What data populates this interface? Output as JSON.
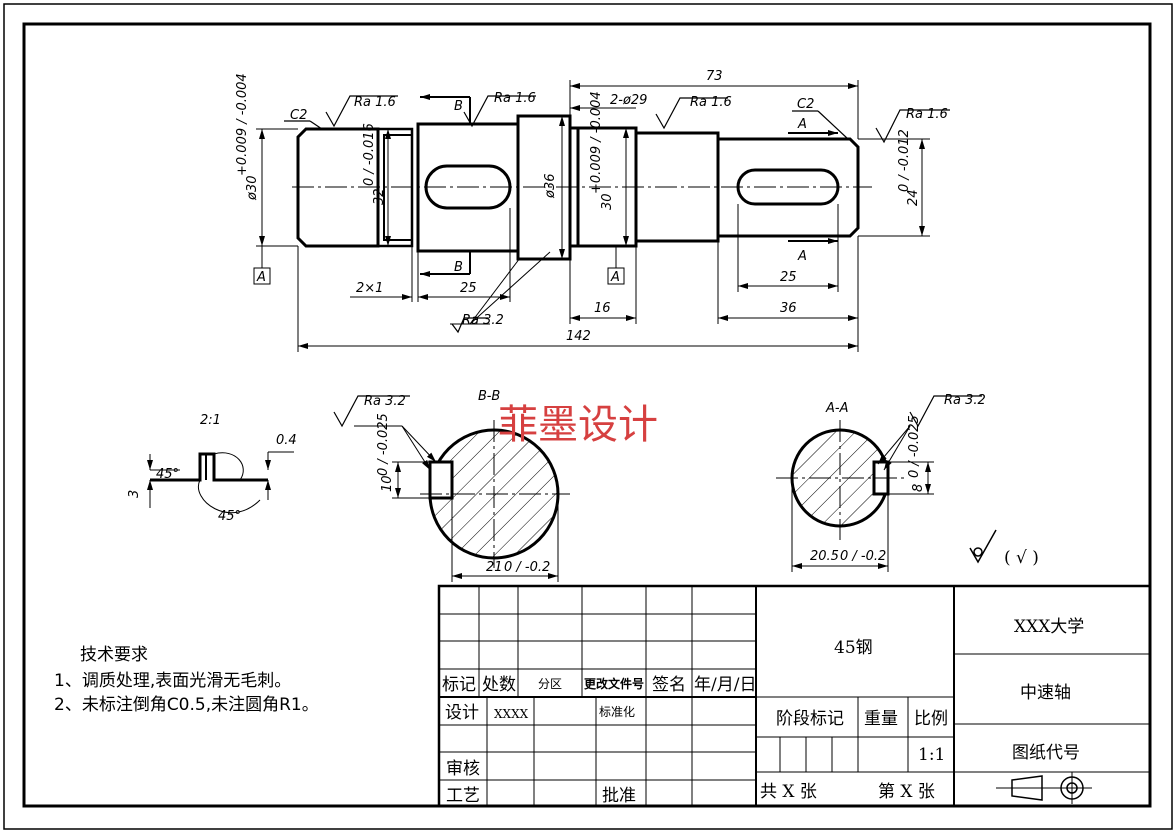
{
  "dimensions": {
    "total_length": "142",
    "right_length": "73",
    "left_chamfer": "C2",
    "right_chamfer": "C2",
    "dia_left": "ø30",
    "dia_left_tol": "+0.009 / -0.004",
    "dia_32": "32",
    "dia_32_tol": "0 / -0.016",
    "dia_36": "ø36",
    "dia_30": "30",
    "dia_30_tol": "+0.009 / -0.004",
    "dia_24": "24",
    "dia_24_tol": "0 / -0.012",
    "two_phi29": "2-ø29",
    "groove": "2×1",
    "keyway_left_len": "25",
    "keyway_right_len": "25",
    "len_16": "16",
    "len_36": "36"
  },
  "roughness": {
    "ra16": "Ra 1.6",
    "ra32": "Ra 3.2"
  },
  "datums": {
    "a": "A",
    "b": "B"
  },
  "sections": {
    "bb_title": "B-B",
    "aa_title": "A-A",
    "bb_key_width": "10",
    "bb_key_tol": "0 / -0.025",
    "bb_depth": "21",
    "bb_depth_tol": "0 / -0.2",
    "aa_key_width": "8",
    "aa_key_tol": "0 / -0.025",
    "aa_depth": "20.5",
    "aa_depth_tol": "0 / -0.2"
  },
  "detail": {
    "scale": "2:1",
    "depth_04": "0.4",
    "height_3": "3",
    "angle_45a": "45°",
    "angle_45b": "45°"
  },
  "watermark": "菲墨设计",
  "overall_roughness": "( √ )",
  "tech_requirements": {
    "title": "技术要求",
    "line1": "1、调质处理,表面光滑无毛刺。",
    "line2": "2、未标注倒角C0.5,未注圆角R1。"
  },
  "title_block": {
    "material": "45钢",
    "school": "XXX大学",
    "part_name": "中速轴",
    "drawing_no_label": "图纸代号",
    "mark": "标记",
    "count": "处数",
    "zone": "分区",
    "change_doc": "更改文件号",
    "sign": "签名",
    "date": "年/月/日",
    "design": "设计",
    "designer": "XXXX",
    "standard": "标准化",
    "stage_mark": "阶段标记",
    "weight": "重量",
    "ratio": "比例",
    "ratio_value": "1:1",
    "review": "审核",
    "process": "工艺",
    "approve": "批准",
    "total_sheets": "共  X  张",
    "sheet_no": "第  X  张"
  }
}
